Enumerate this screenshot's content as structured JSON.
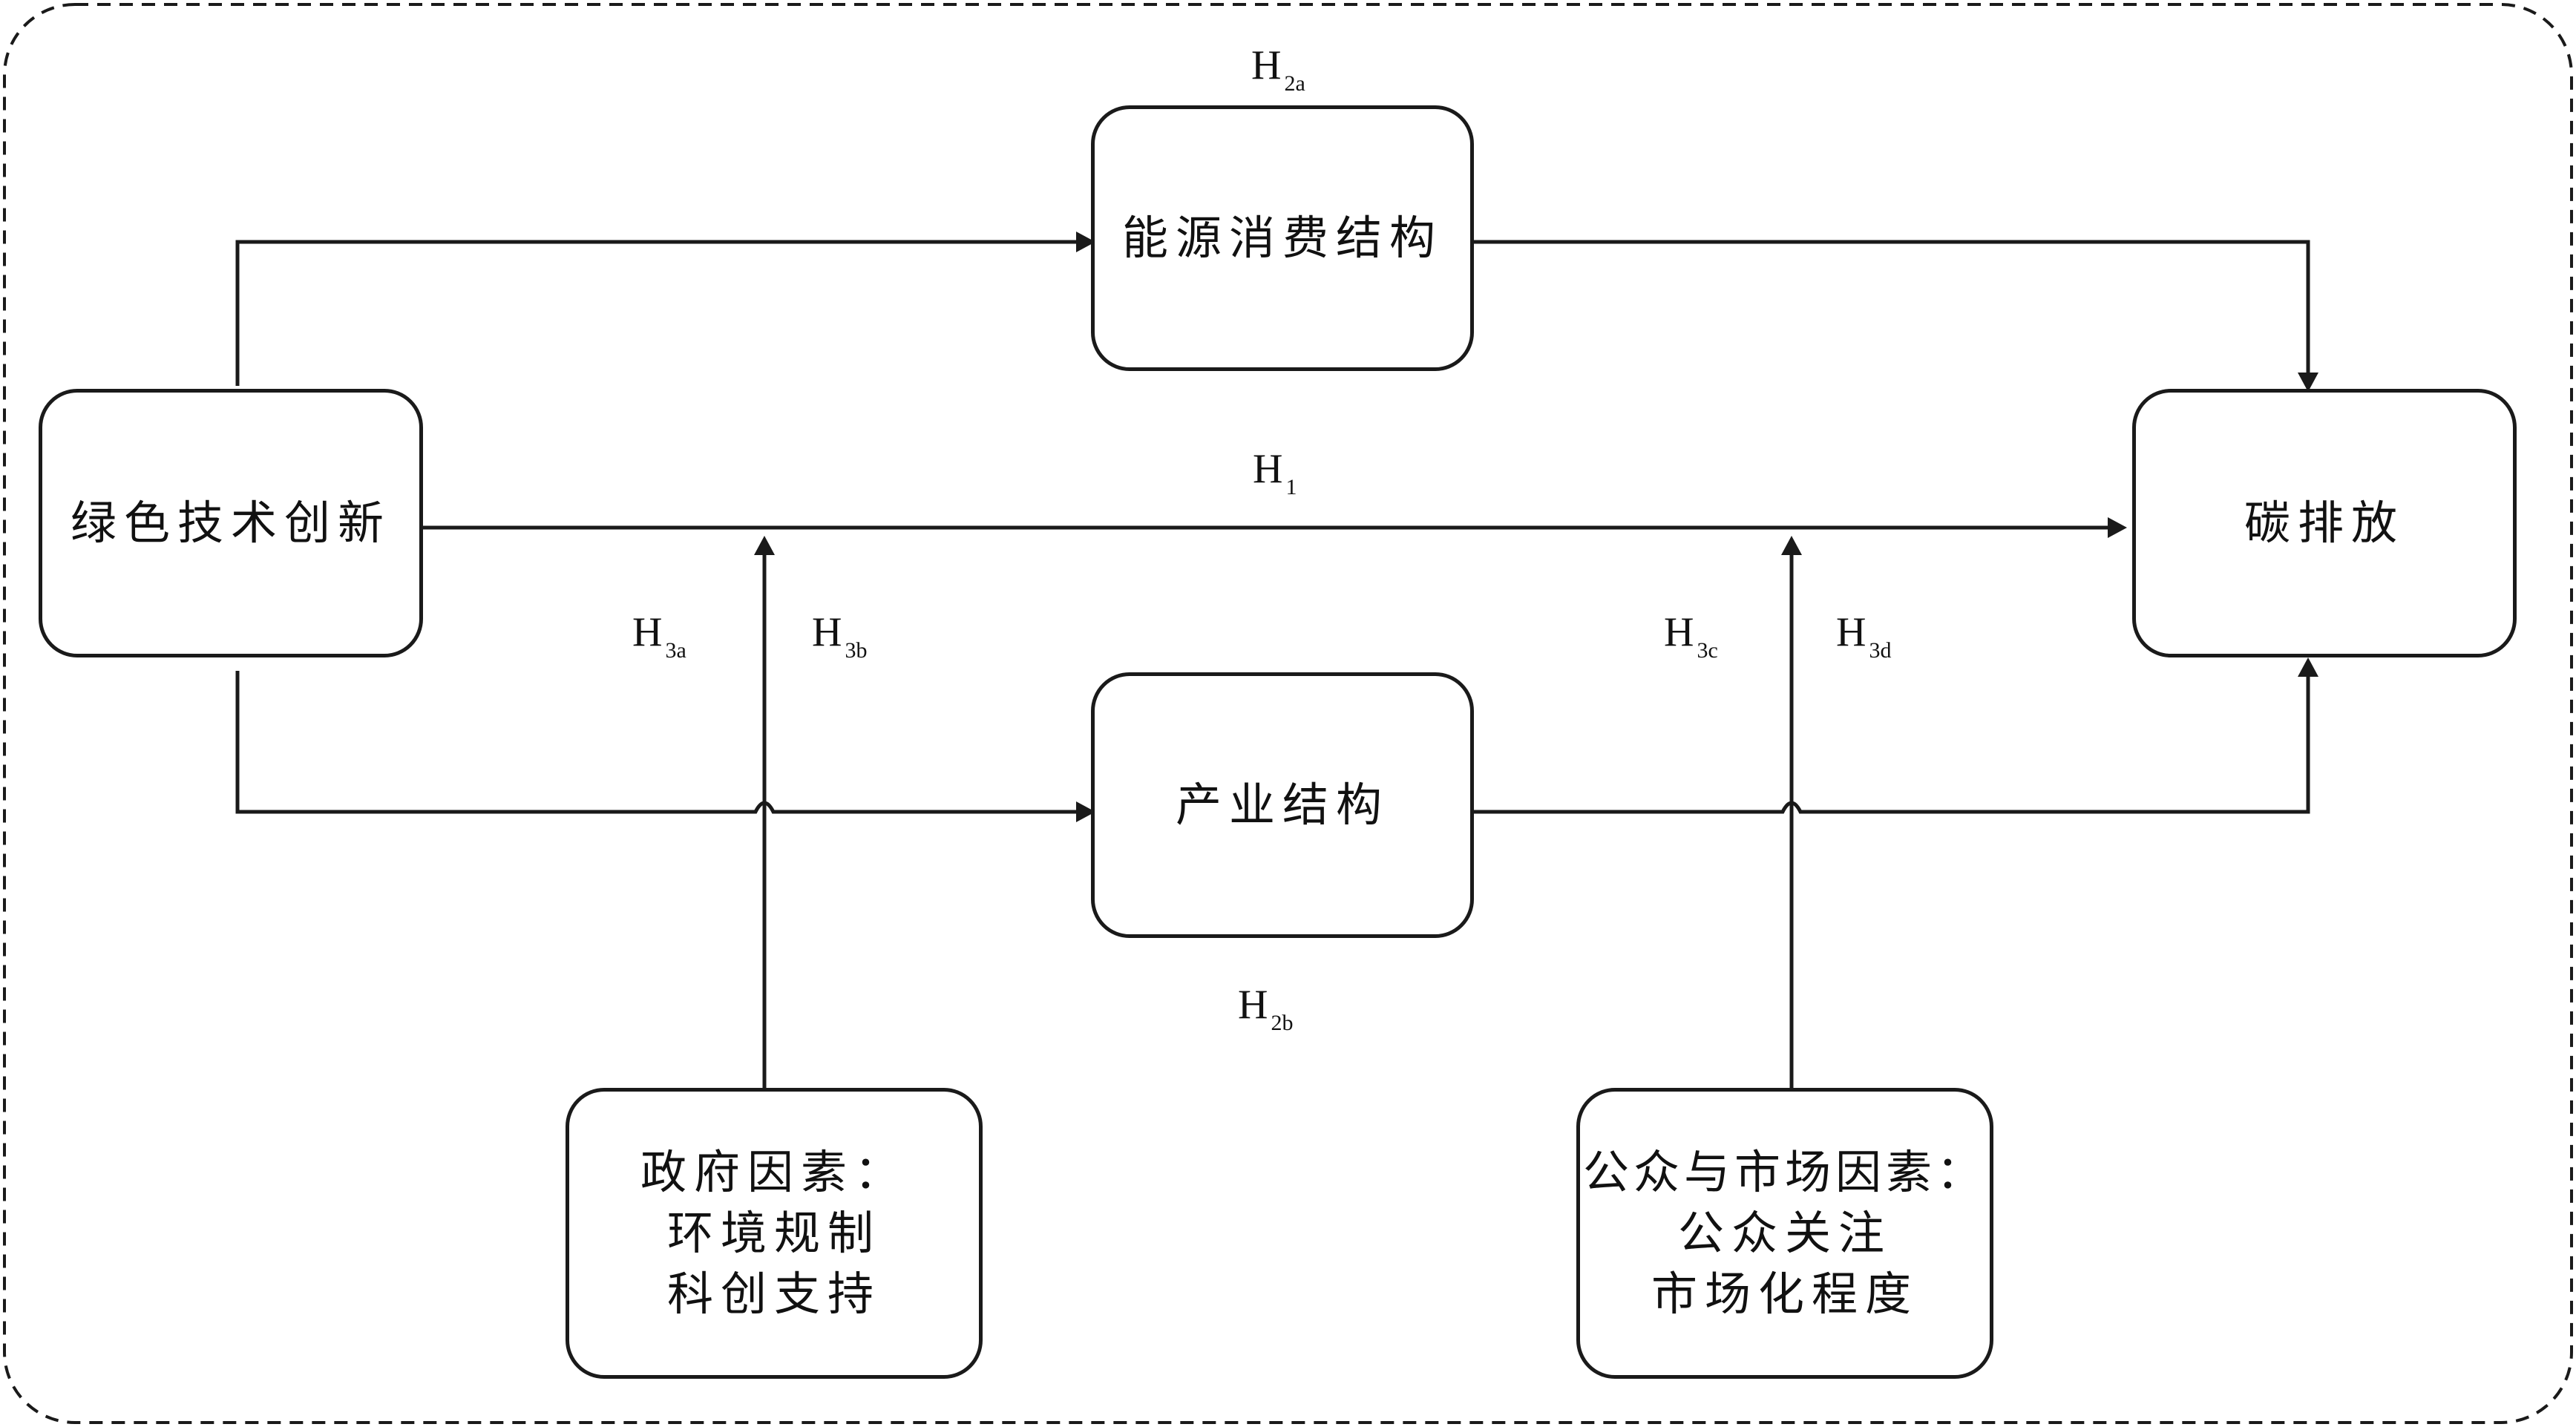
{
  "nodes": {
    "green_tech_innovation": "绿色技术创新",
    "energy_consumption_structure": "能源消费结构",
    "industrial_structure": "产业结构",
    "carbon_emission": "碳排放",
    "government_factors": {
      "title": "政府因素：",
      "lines": [
        "环境规制",
        "科创支持"
      ]
    },
    "public_market_factors": {
      "title": "公众与市场因素：",
      "lines": [
        "公众关注",
        "市场化程度"
      ]
    }
  },
  "hypotheses": {
    "h1": {
      "main": "H",
      "sub": "1"
    },
    "h2a": {
      "main": "H",
      "sub": "2a"
    },
    "h2b": {
      "main": "H",
      "sub": "2b"
    },
    "h3a": {
      "main": "H",
      "sub": "3a"
    },
    "h3b": {
      "main": "H",
      "sub": "3b"
    },
    "h3c": {
      "main": "H",
      "sub": "3c"
    },
    "h3d": {
      "main": "H",
      "sub": "3d"
    }
  },
  "colors": {
    "line": "#1a1a1a",
    "background": "#ffffff"
  }
}
